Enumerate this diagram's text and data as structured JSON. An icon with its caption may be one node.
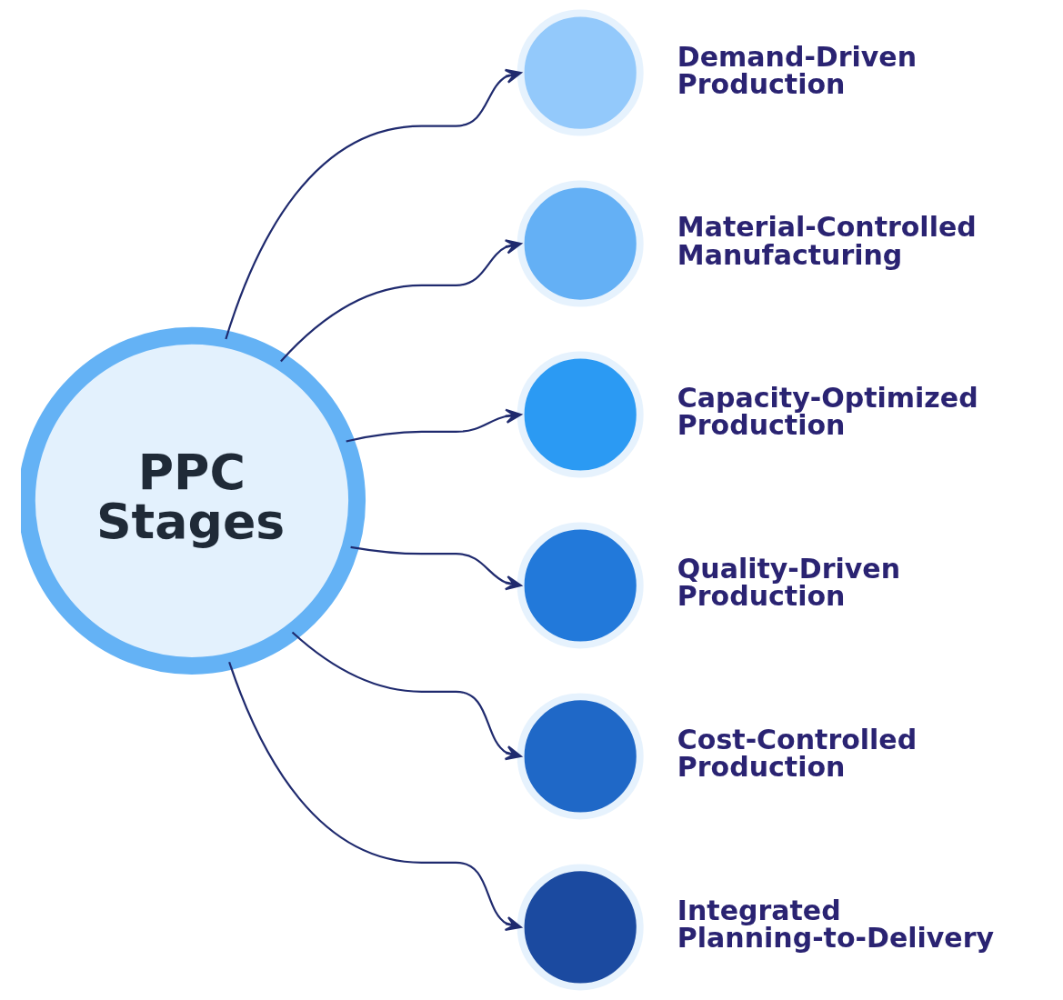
{
  "diagram": {
    "nodes": [
      {
        "text": [
          "PPC Stages"
        ]
      },
      {
        "text": [],
        "shape": "circle",
        "beside": [
          "Demand-Driven Production"
        ]
      },
      {
        "text": [],
        "shape": "circle",
        "beside": [
          "Material-Controlled Manufacturing"
        ]
      },
      {
        "text": [],
        "shape": "circle",
        "beside": [
          "Capacity-Optimized Production"
        ]
      },
      {
        "text": [],
        "shape": "circle",
        "beside": [
          "Quality-Driven Production"
        ]
      },
      {
        "text": [],
        "shape": "circle",
        "beside": [
          "Cost-Controlled Production"
        ]
      },
      {
        "text": [],
        "shape": "circle",
        "beside": [
          "Integrated Planning-to-Delivery"
        ]
      }
    ],
    "edges": [
      {
        "from": 0,
        "to": 1,
        "arrow": "to"
      },
      {
        "from": 0,
        "to": 2,
        "arrow": "to"
      },
      {
        "from": 0,
        "to": 3,
        "arrow": "to"
      },
      {
        "from": 0,
        "to": 4,
        "arrow": "to"
      },
      {
        "from": 0,
        "to": 5,
        "arrow": "to"
      },
      {
        "from": 0,
        "to": 6,
        "arrow": "to"
      }
    ]
  }
}
